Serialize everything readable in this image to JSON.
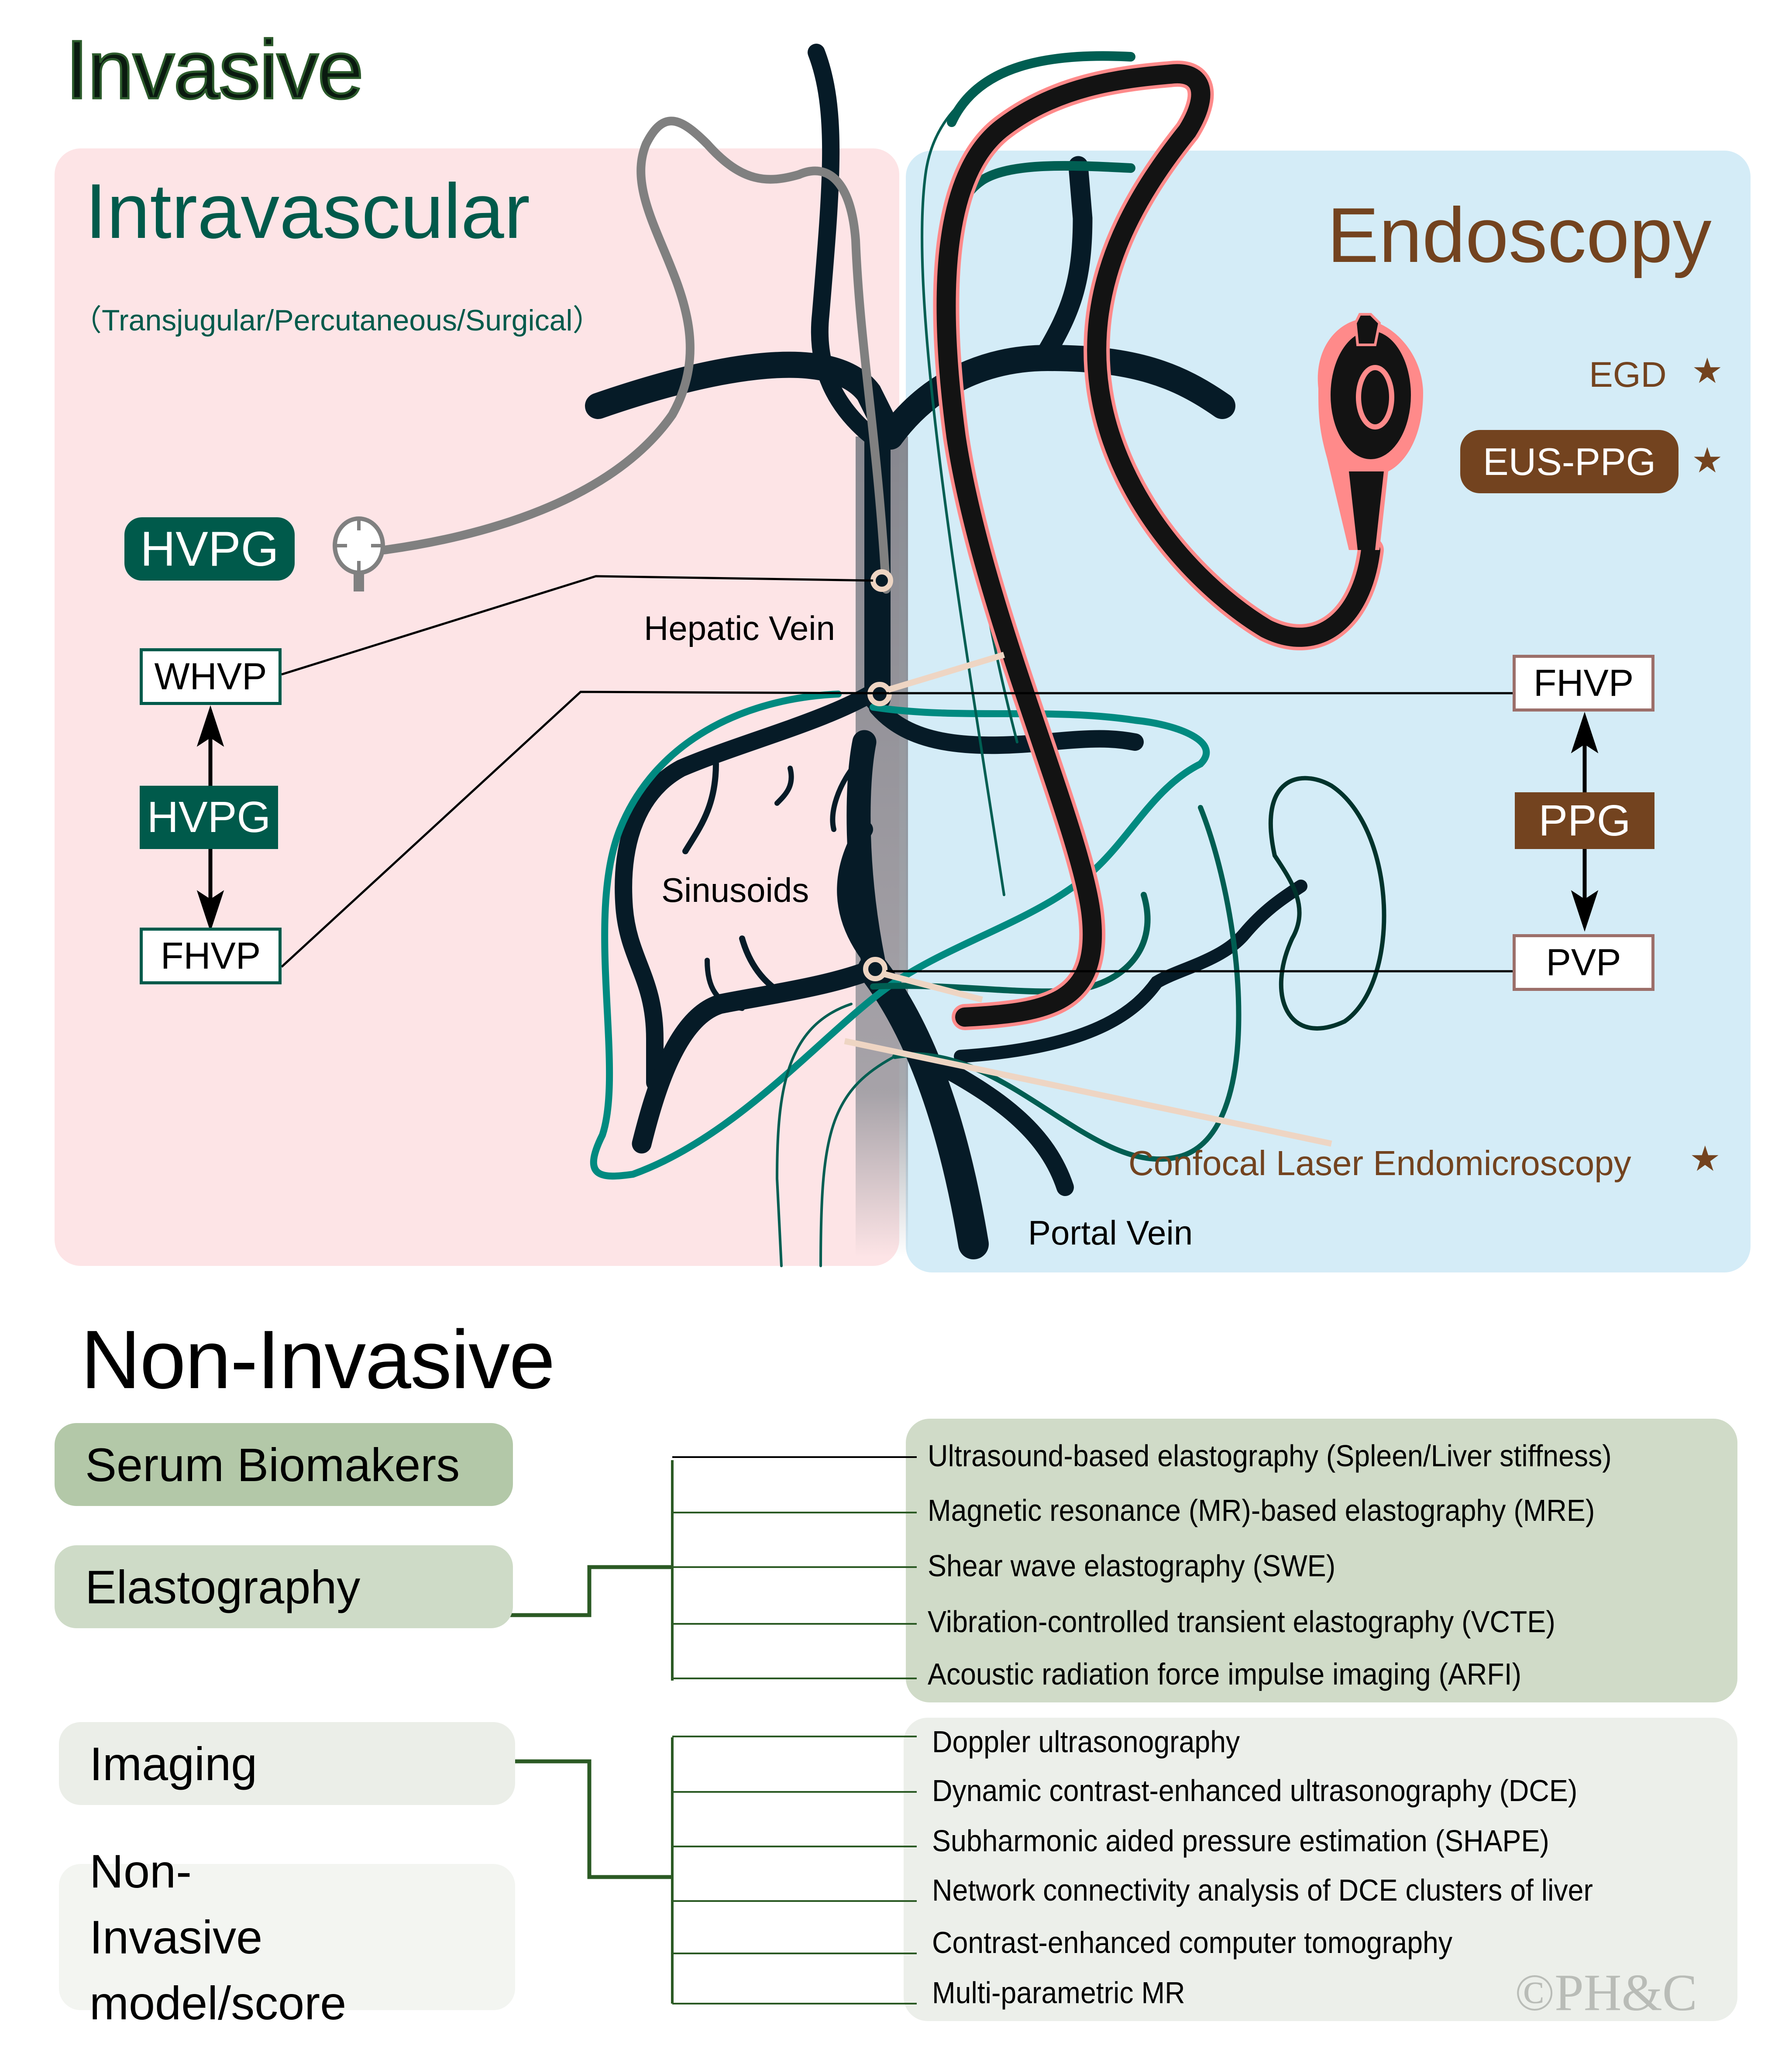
{
  "invasive": {
    "heading": "Invasive",
    "intravascular": {
      "title": "Intravascular",
      "subtitle": "（Transjugular/Percutaneous/Surgical）",
      "hvpg_pill": "HVPG",
      "whvp_box": "WHVP",
      "hvpg_box": "HVPG",
      "fhvp_box": "FHVP"
    },
    "anatomy_labels": {
      "hepatic_vein": "Hepatic Vein",
      "sinusoids": "Sinusoids",
      "portal_vein": "Portal Vein"
    },
    "endoscopy": {
      "title": "Endoscopy",
      "egd": "EGD",
      "eus_ppg": "EUS-PPG",
      "fhvp_box": "FHVP",
      "ppg_box": "PPG",
      "pvp_box": "PVP",
      "confocal": "Confocal Laser Endomicroscopy",
      "star_glyph": "★"
    }
  },
  "non_invasive": {
    "heading": "Non-Invasive",
    "categories": [
      {
        "label": "Serum Biomakers"
      },
      {
        "label": "Elastography"
      },
      {
        "label": "Imaging"
      },
      {
        "label": "Non-Invasive model/score"
      }
    ],
    "elastography_methods": [
      "Ultrasound-based elastography (Spleen/Liver stiffness)",
      "Magnetic resonance (MR)-based elastography (MRE)",
      "Shear wave elastography (SWE)",
      "Vibration-controlled transient elastography (VCTE)",
      "Acoustic radiation force impulse imaging (ARFI)"
    ],
    "imaging_methods": [
      "Doppler ultrasonography",
      "Dynamic contrast-enhanced ultrasonography (DCE)",
      "Subharmonic aided pressure estimation (SHAPE)",
      "Network connectivity analysis of DCE clusters of liver",
      "Contrast-enhanced computer tomography",
      "Multi-parametric MR"
    ]
  },
  "watermark": "©PH&C",
  "colors": {
    "intravascular_teal": "#005A4B",
    "endoscopy_brown": "#73431F",
    "pink_panel": "#FDE4E6",
    "blue_panel": "#D4ECF7",
    "vein_dark": "#061B27",
    "endoscope_pink": "#FF8A8A",
    "serum_green": "#B3C8A8",
    "elasto_green": "#CEDBC7",
    "imaging_grey": "#EBEEE8",
    "model_grey": "#F3F5F1",
    "tree_line": "#2B5A24"
  }
}
